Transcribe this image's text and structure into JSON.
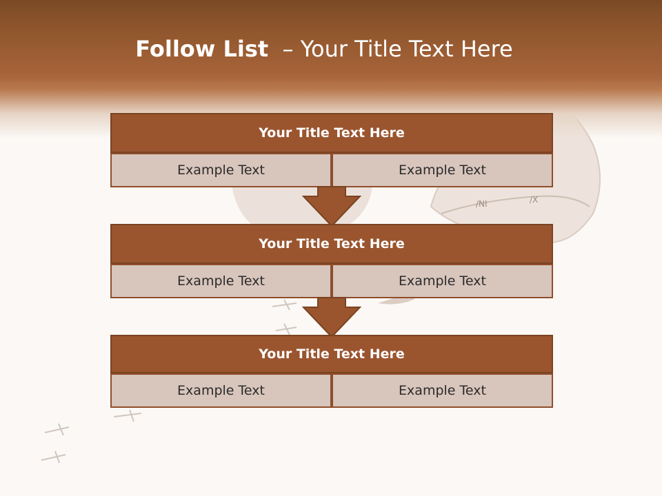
{
  "title": {
    "bold": "Follow List",
    "rest": "  – Your Title Text Here"
  },
  "steps": [
    {
      "title": "Your Title Text Here",
      "left": "Example Text",
      "right": "Example Text"
    },
    {
      "title": "Your Title Text Here",
      "left": "Example Text",
      "right": "Example Text"
    },
    {
      "title": "Your Title Text Here",
      "left": "Example Text",
      "right": "Example Text"
    }
  ],
  "colors": {
    "header": "#a8643a",
    "block_title": "#9a552f",
    "block_cell": "#d8c5bc",
    "arrow": "#9a552f"
  }
}
